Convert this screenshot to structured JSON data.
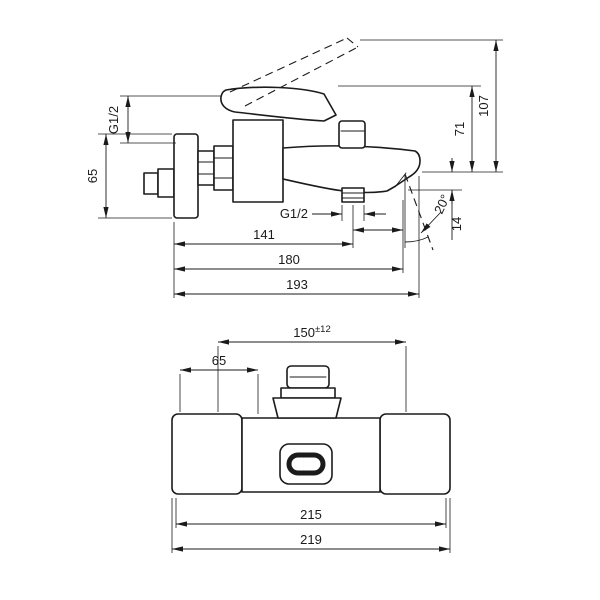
{
  "drawing": {
    "background": "#ffffff",
    "line_color": "#1b1b1b"
  },
  "side_view": {
    "dim_supply_thread": "G1/2",
    "dim_escutcheon_height": "65",
    "dim_height_handle_raised": "107",
    "dim_height_handle": "71",
    "dim_outlet_thread": "G1/2",
    "dim_wall_to_outlet": "141",
    "dim_wall_to_spout_front": "180",
    "dim_wall_to_spout_tip": "193",
    "dim_spout_angle": "20°",
    "dim_outlet_drop": "14"
  },
  "front_view": {
    "dim_supply_centers": "150",
    "dim_supply_tolerance": "±12",
    "dim_left_section": "65",
    "dim_body_width": "215",
    "dim_overall_width": "219"
  }
}
